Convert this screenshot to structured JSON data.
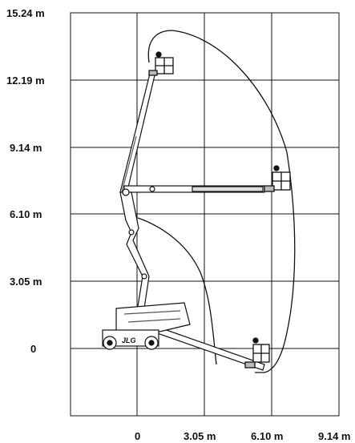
{
  "chart_data": {
    "type": "diagram",
    "subject": "articulating boom lift working range envelope",
    "y_ticks": [
      "15.24 m",
      "12.19 m",
      "9.14 m",
      "6.10 m",
      "3.05 m",
      "0"
    ],
    "x_ticks": [
      "0",
      "3.05 m",
      "6.10 m",
      "9.14 m"
    ],
    "y_values_m": [
      15.24,
      12.19,
      9.14,
      6.1,
      3.05,
      0
    ],
    "x_values_m": [
      0,
      3.05,
      6.1,
      9.14
    ],
    "grid": true,
    "brand_logo": "JLG"
  }
}
